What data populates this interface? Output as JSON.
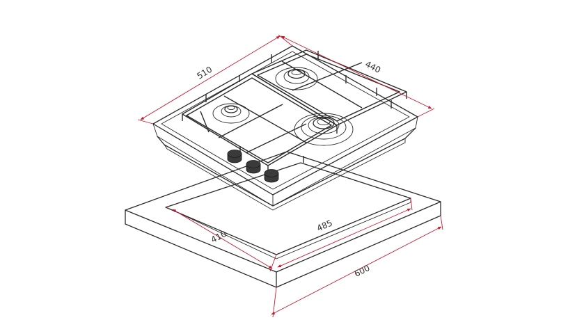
{
  "dimensions": {
    "hob_depth": "510",
    "hob_width": "440",
    "cutout_depth": "410",
    "cutout_width": "485",
    "counter_width": "600"
  },
  "colors": {
    "dimension_line": "#c41a2e",
    "outline": "#2a2a2a",
    "background": "#ffffff"
  }
}
